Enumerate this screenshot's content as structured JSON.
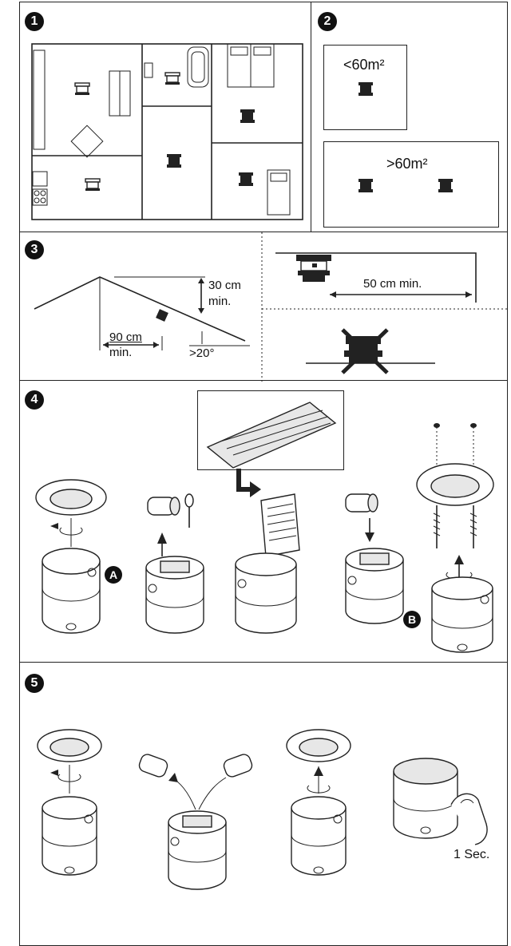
{
  "steps": {
    "s1": "1",
    "s2": "2",
    "s3": "3",
    "s4": "4",
    "s5": "5"
  },
  "area": {
    "small_label": "<60m²",
    "large_label": ">60m²"
  },
  "placement": {
    "roof_distance": "30 cm",
    "roof_distance_min": "min.",
    "ridge_distance": "90 cm",
    "ridge_distance_min": "min.",
    "angle": ">20°",
    "wall_distance": "50 cm min."
  },
  "install": {
    "marker_a": "A",
    "marker_b": "B"
  },
  "test": {
    "press_duration": "1 Sec."
  },
  "icons": [
    "smoke-detector-icon",
    "battery-icon",
    "screw-icon",
    "arrow-icon",
    "finger-icon",
    "cross-icon"
  ]
}
